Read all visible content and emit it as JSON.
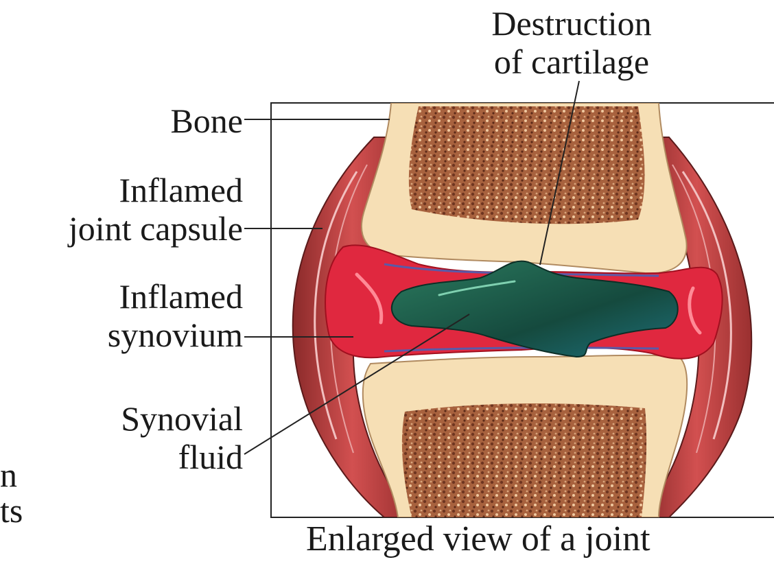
{
  "labels": {
    "bone": "Bone",
    "capsule_line1": "Inflamed",
    "capsule_line2": "joint capsule",
    "synovium_line1": "Inflamed",
    "synovium_line2": "synovium",
    "fluid_line1": "Synovial",
    "fluid_line2": "fluid",
    "cartilage_line1": "Destruction",
    "cartilage_line2": "of cartilage"
  },
  "caption": "Enlarged view of a joint",
  "cut_text": {
    "line1": "n",
    "line2": "ts"
  },
  "colors": {
    "bone": "#f6dfb5",
    "marrow": "#8b4a2e",
    "synovium": "#e0283f",
    "fluid": "#1f5a4a",
    "capsule": "#b85050"
  }
}
